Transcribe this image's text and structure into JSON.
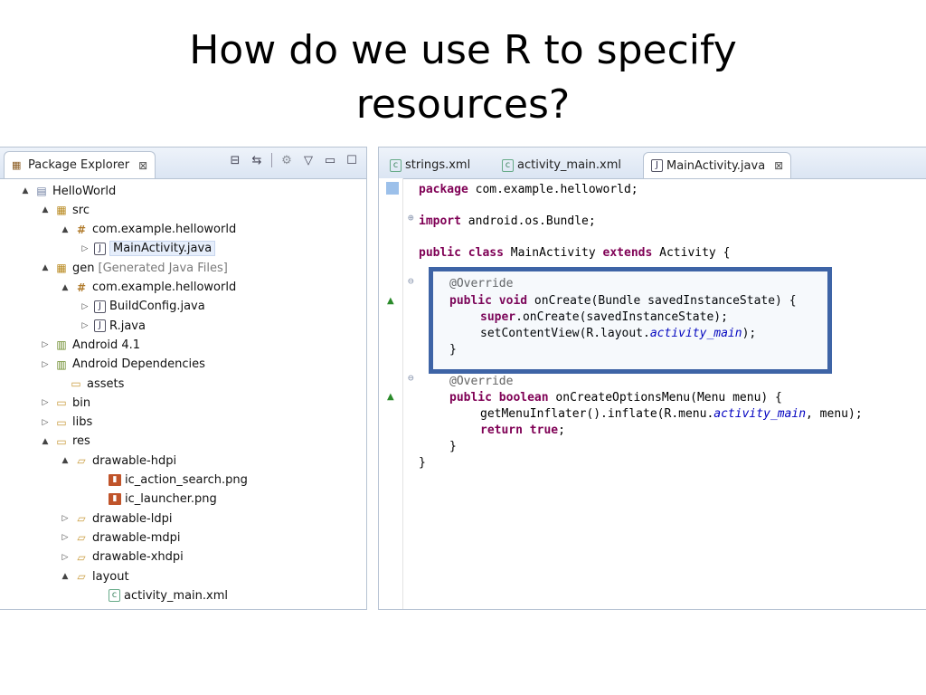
{
  "slide": {
    "title_line1": "How do we use R to specify",
    "title_line2": "resources?"
  },
  "package_explorer": {
    "tab_label": "Package Explorer",
    "tab_close": "⊠",
    "tree": [
      {
        "label": "HelloWorld",
        "icon": "project-icon",
        "twisty": "▲"
      },
      {
        "label": "src",
        "icon": "source-folder-icon",
        "twisty": "▲"
      },
      {
        "label": "com.example.helloworld",
        "icon": "package-icon",
        "twisty": "▲"
      },
      {
        "label": "MainActivity.java",
        "icon": "java-file-icon",
        "twisty": "▷"
      },
      {
        "label": "gen",
        "suffix": "[Generated Java Files]",
        "icon": "source-folder-icon",
        "twisty": "▲"
      },
      {
        "label": "com.example.helloworld",
        "icon": "package-icon",
        "twisty": "▲"
      },
      {
        "label": "BuildConfig.java",
        "icon": "java-file-icon",
        "twisty": "▷"
      },
      {
        "label": "R.java",
        "icon": "java-file-icon",
        "twisty": "▷"
      },
      {
        "label": "Android 4.1",
        "icon": "library-icon",
        "twisty": "▷"
      },
      {
        "label": "Android Dependencies",
        "icon": "library-icon",
        "twisty": "▷"
      },
      {
        "label": "assets",
        "icon": "folder-icon",
        "twisty": ""
      },
      {
        "label": "bin",
        "icon": "folder-icon",
        "twisty": "▷"
      },
      {
        "label": "libs",
        "icon": "folder-icon",
        "twisty": "▷"
      },
      {
        "label": "res",
        "icon": "folder-icon",
        "twisty": "▲"
      },
      {
        "label": "drawable-hdpi",
        "icon": "open-folder-icon",
        "twisty": "▲"
      },
      {
        "label": "ic_action_search.png",
        "icon": "png-file-icon",
        "twisty": ""
      },
      {
        "label": "ic_launcher.png",
        "icon": "png-file-icon",
        "twisty": ""
      },
      {
        "label": "drawable-ldpi",
        "icon": "open-folder-icon",
        "twisty": "▷"
      },
      {
        "label": "drawable-mdpi",
        "icon": "open-folder-icon",
        "twisty": "▷"
      },
      {
        "label": "drawable-xhdpi",
        "icon": "open-folder-icon",
        "twisty": "▷"
      },
      {
        "label": "layout",
        "icon": "open-folder-icon",
        "twisty": "▲"
      },
      {
        "label": "activity_main.xml",
        "icon": "xml-file-icon",
        "twisty": ""
      }
    ]
  },
  "editor": {
    "tabs": [
      {
        "label": "strings.xml",
        "icon": "xml-file-icon"
      },
      {
        "label": "activity_main.xml",
        "icon": "xml-file-icon"
      },
      {
        "label": "MainActivity.java",
        "icon": "java-file-icon",
        "active": true
      }
    ],
    "tab_close": "⊠",
    "code": {
      "l1_kw": "package",
      "l1_rest": " com.example.helloworld;",
      "l2_kw": "import",
      "l2_rest": " android.os.Bundle;",
      "l3_kw1": "public",
      "l3_kw2": "class",
      "l3_name": " MainActivity ",
      "l3_kw3": "extends",
      "l3_rest": " Activity {",
      "l4_ann": "@Override",
      "l5_kw1": "public",
      "l5_kw2": "void",
      "l5_rest": " onCreate(Bundle savedInstanceState) {",
      "l6_kw": "super",
      "l6_rest": ".onCreate(savedInstanceState);",
      "l7_pre": "setContentView(R.layout.",
      "l7_it": "activity_main",
      "l7_post": ");",
      "l8": "}",
      "l9_ann": "@Override",
      "l10_kw1": "public",
      "l10_kw2": "boolean",
      "l10_rest": " onCreateOptionsMenu(Menu menu) {",
      "l11_pre": "getMenuInflater().inflate(R.menu.",
      "l11_it": "activity_main",
      "l11_post": ", menu);",
      "l12_kw1": "return",
      "l12_kw2": "true",
      "l12_rest": ";",
      "l13": "}",
      "l14": "}"
    }
  }
}
